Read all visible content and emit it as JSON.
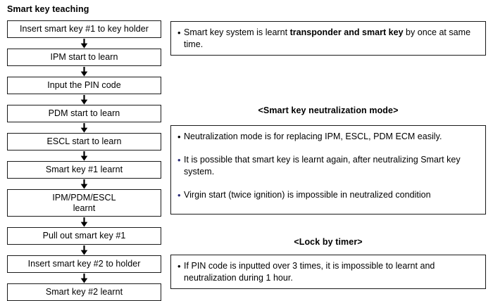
{
  "title": "Smart key teaching",
  "flow": {
    "steps": [
      {
        "label": "Insert smart key #1 to key holder",
        "lines": 1
      },
      {
        "label": "IPM start to learn",
        "lines": 1
      },
      {
        "label": "Input the PIN code",
        "lines": 1
      },
      {
        "label": "PDM start to learn",
        "lines": 1
      },
      {
        "label": "ESCL start to learn",
        "lines": 1
      },
      {
        "label": "Smart key #1 learnt",
        "lines": 1
      },
      {
        "label": "IPM/PDM/ESCL\nlearnt",
        "lines": 2
      },
      {
        "label": "Pull out smart key #1",
        "lines": 1
      },
      {
        "label": "Insert smart key #2 to holder",
        "lines": 1
      },
      {
        "label": "Smart key #2 learnt",
        "lines": 1
      }
    ],
    "arrow_glyph": "down-arrow"
  },
  "notes": {
    "overview": {
      "bullet_marker": "•",
      "text_before_bold": "Smart key system is learnt ",
      "bold_text": "transponder and smart key",
      "text_after_bold": " by once at same  time."
    },
    "neutralization": {
      "heading": "<Smart key neutralization mode>",
      "bullets": [
        "Neutralization mode is for replacing IPM, ESCL, PDM ECM easily.",
        "It is possible that smart key is learnt again, after neutralizing Smart key system.",
        "Virgin start (twice ignition) is impossible in neutralized condition"
      ]
    },
    "lock_by_timer": {
      "heading": "<Lock by timer>",
      "bullets": [
        "If PIN code is inputted over 3 times, it is impossible to learnt and neutralization during 1 hour."
      ]
    }
  },
  "colors": {
    "border": "#1a1a1a",
    "text": "#000000",
    "background": "#ffffff",
    "tint": "#2e2f7a"
  }
}
